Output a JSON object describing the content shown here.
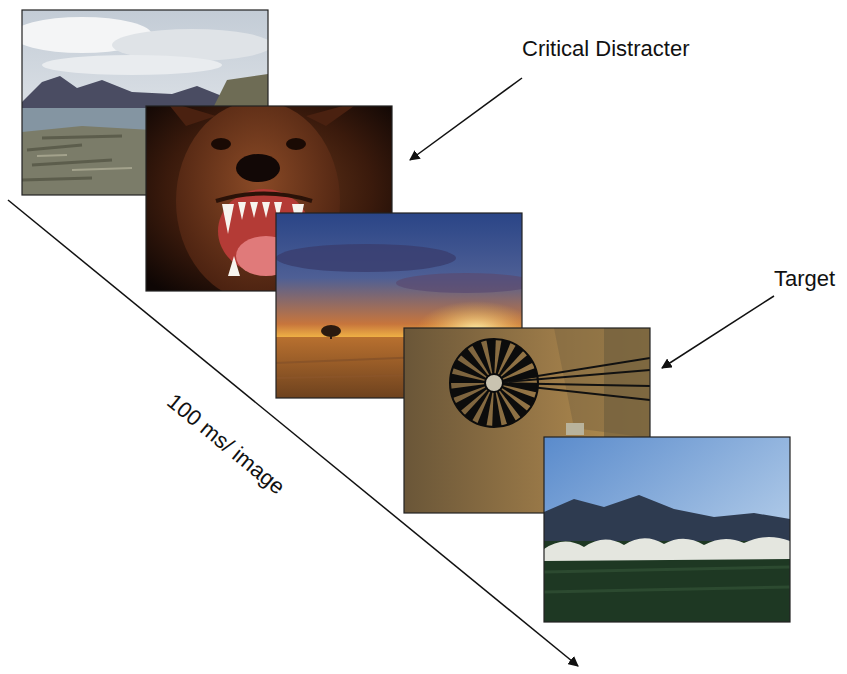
{
  "diagram": {
    "labels": [
      "Critical Distracter",
      "Target",
      "100 ms/ image"
    ]
  }
}
